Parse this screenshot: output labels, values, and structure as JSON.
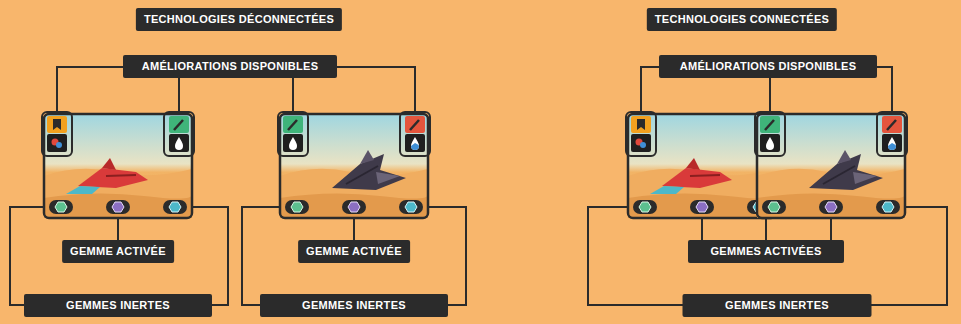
{
  "diagram": {
    "nodes": [
      {
        "text": [
          "TECHNOLOGIES DÉCONNECTÉES"
        ]
      },
      {
        "text": [
          "TECHNOLOGIES CONNECTÉES"
        ]
      },
      {
        "text": [
          "AMÉLIORATIONS DISPONIBLES"
        ]
      },
      {
        "text": [
          "AMÉLIORATIONS DISPONIBLES"
        ]
      },
      {
        "text": [
          "GEMME ACTIVÉE"
        ]
      },
      {
        "text": [
          "GEMME ACTIVÉE"
        ]
      },
      {
        "text": [
          "GEMMES ACTIVÉES"
        ]
      },
      {
        "text": [
          "GEMMES INERTES"
        ]
      },
      {
        "text": [
          "GEMMES INERTES"
        ]
      },
      {
        "text": [
          "GEMMES INERTES"
        ]
      }
    ]
  }
}
